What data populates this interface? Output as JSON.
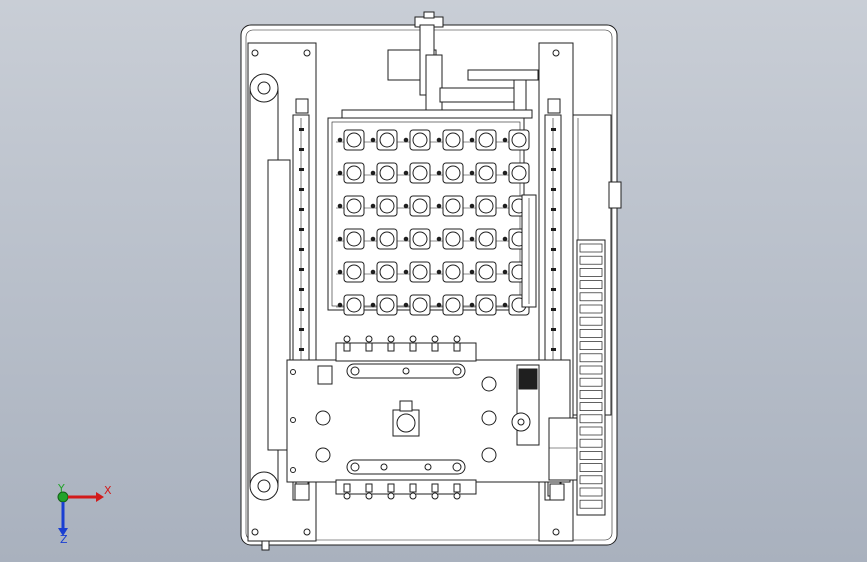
{
  "viewport": {
    "background_top": "#c9ced6",
    "background_bottom": "#a9b1be",
    "line_color": "#1f1f1f",
    "fill_color": "#ffffff"
  },
  "triad": {
    "x_label": "X",
    "y_label": "Y",
    "z_label": "Z",
    "x_color": "#d21a1a",
    "y_color": "#22a32a",
    "z_color": "#1a3fd2"
  },
  "tray": {
    "rows": 6,
    "cols": 6
  },
  "conveyor": {
    "teeth": 22
  }
}
